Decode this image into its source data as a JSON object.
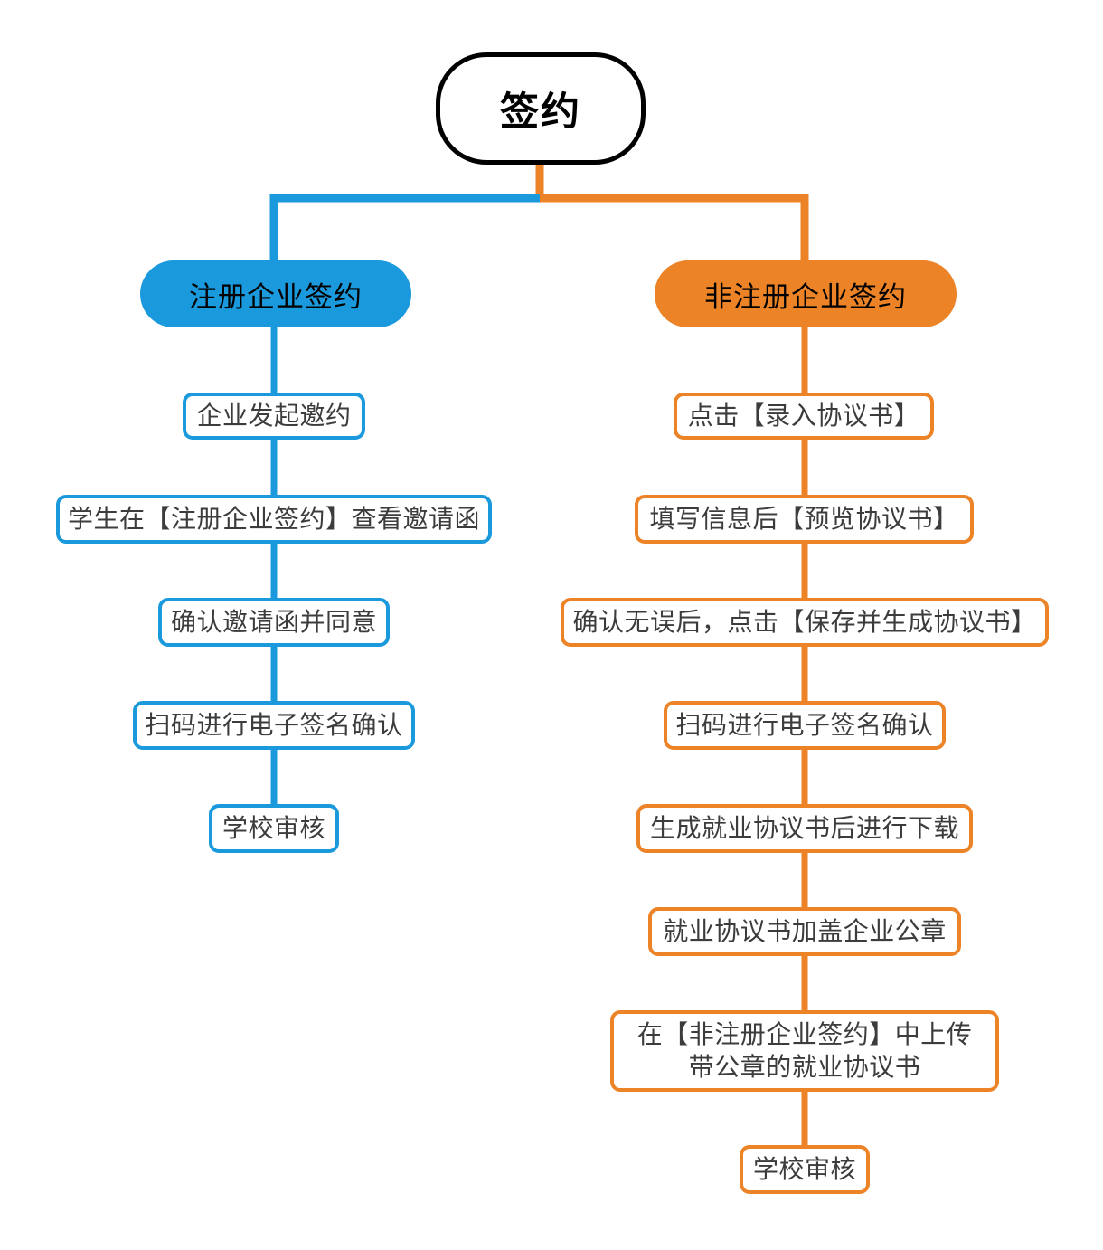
{
  "diagram": {
    "title": "签约",
    "type": "flowchart",
    "colors": {
      "blue": "#1A99DC",
      "orange": "#EC8327",
      "root_border": "#000000",
      "step_text": "#3C3C3C",
      "pill_text": "#000000",
      "background": "#FFFFFF"
    },
    "root": {
      "label": "签约"
    },
    "branches": [
      {
        "key": "registered",
        "header": "注册企业签约",
        "color": "#1A99DC",
        "steps": [
          "企业发起邀约",
          "学生在【注册企业签约】查看邀请函",
          "确认邀请函并同意",
          "扫码进行电子签名确认",
          "学校审核"
        ]
      },
      {
        "key": "unregistered",
        "header": "非注册企业签约",
        "color": "#EC8327",
        "steps": [
          "点击【录入协议书】",
          "填写信息后【预览协议书】",
          "确认无误后，点击【保存并生成协议书】",
          "扫码进行电子签名确认",
          "生成就业协议书后进行下载",
          "就业协议书加盖企业公章",
          "在【非注册企业签约】中上传\n带公章的就业协议书",
          "学校审核"
        ]
      }
    ]
  }
}
